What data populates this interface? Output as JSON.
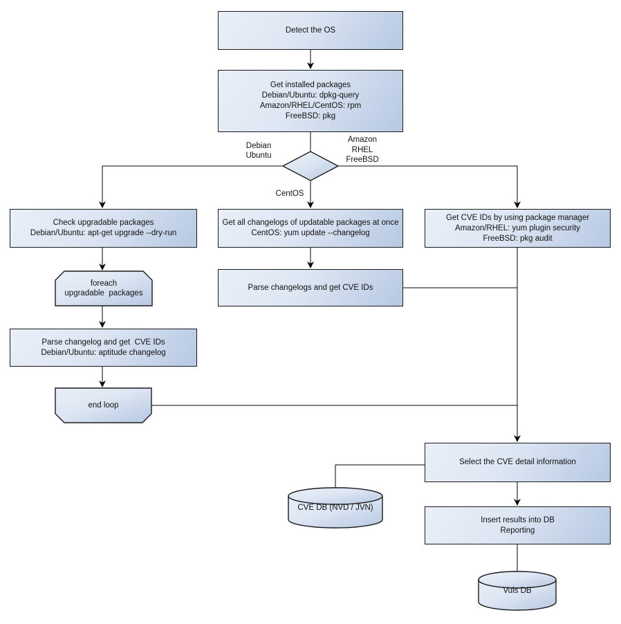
{
  "diagram": {
    "colors": {
      "background": "#ffffff",
      "node_fill_light": "#eaeff8",
      "node_fill_dark": "#b6c8e3",
      "node_border": "#1a1a1a",
      "connector": "#000000",
      "text": "#111111"
    },
    "nodes": {
      "detect_os": {
        "label": "Detect the OS"
      },
      "get_installed_packages": {
        "label": "Get installed packages\nDebian/Ubuntu: dpkg-query\nAmazon/RHEL/CentOS: rpm\nFreeBSD: pkg"
      },
      "check_upgradable": {
        "label": "Check upgradable packages\nDebian/Ubuntu: apt-get upgrade --dry-run"
      },
      "get_all_changelogs": {
        "label": "Get all changelogs of updatable packages at once\nCentOS: yum update --changelog"
      },
      "get_cve_ids": {
        "label": "Get CVE IDs by using package manager\nAmazon/RHEL: yum plugin security\nFreeBSD: pkg audit"
      },
      "foreach_loop": {
        "label": "foreach\nupgradable  packages"
      },
      "parse_changelogs_mid": {
        "label": "Parse changelogs and get CVE IDs"
      },
      "parse_changelog_left": {
        "label": "Parse changelog and get  CVE IDs\nDebian/Ubuntu: aptitude changelog"
      },
      "end_loop": {
        "label": "end loop"
      },
      "select_cve_detail": {
        "label": "Select the CVE detail information"
      },
      "insert_results": {
        "label": "Insert results into DB\nReporting"
      },
      "cve_db": {
        "label": "CVE DB (NVD / JVN)"
      },
      "vuls_db": {
        "label": "Vuls DB"
      }
    },
    "edge_labels": {
      "debian_ubuntu": "Debian\nUbuntu",
      "amazon_rhel_freebsd": "Amazon\nRHEL\nFreeBSD",
      "centos": "CentOS"
    }
  }
}
